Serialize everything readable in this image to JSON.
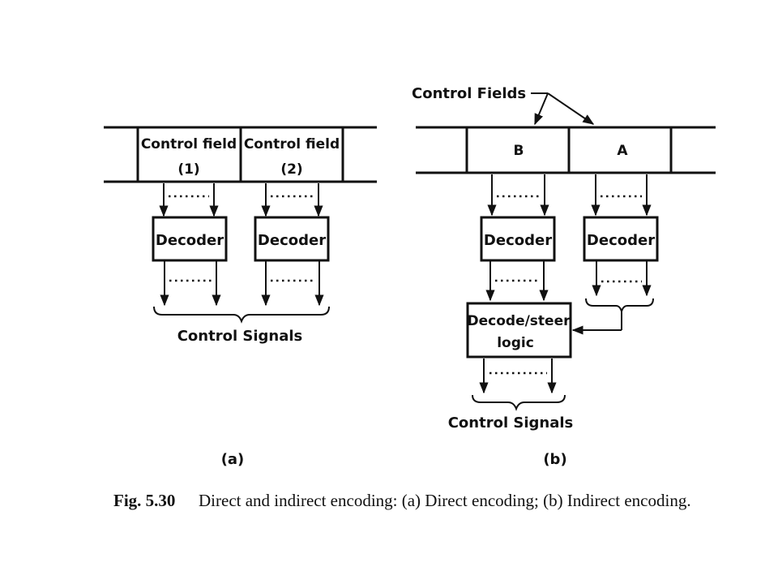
{
  "diagram_a": {
    "field_1": {
      "line1": "Control field",
      "line2": "(1)"
    },
    "field_2": {
      "line1": "Control field",
      "line2": "(2)"
    },
    "decoder_1": "Decoder",
    "decoder_2": "Decoder",
    "output_label": "Control Signals",
    "panel_label": "(a)"
  },
  "diagram_b": {
    "fields_label": "Control Fields",
    "field_b": "B",
    "field_a": "A",
    "decoder_b": "Decoder",
    "decoder_a": "Decoder",
    "steer_logic": {
      "line1": "Decode/steer",
      "line2": "logic"
    },
    "output_label": "Control Signals",
    "panel_label": "(b)"
  },
  "caption": {
    "fig": "Fig. 5.30",
    "text": "Direct and indirect encoding: (a) Direct encoding; (b) Indirect encoding."
  }
}
